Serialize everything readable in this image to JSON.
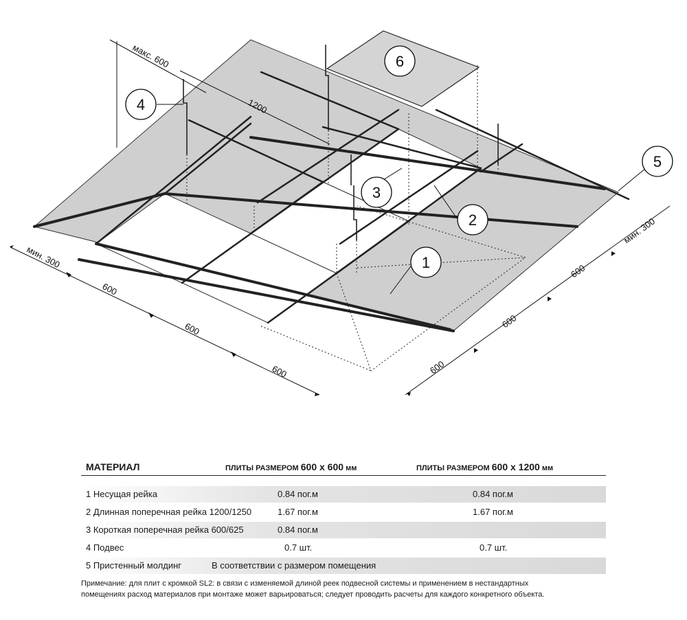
{
  "diagram": {
    "callouts": [
      "1",
      "2",
      "3",
      "4",
      "5",
      "6"
    ],
    "dimensions": {
      "max600": "макс. 600",
      "d1200": "1200",
      "min300_left": "мин. 300",
      "min300_right": "мин. 300",
      "d600": "600"
    }
  },
  "table": {
    "header": {
      "material": "МАТЕРИАЛ",
      "col1_prefix": "ПЛИТЫ РАЗМЕРОМ ",
      "col1_size": "600 х 600",
      "col1_unit": " мм",
      "col2_prefix": "ПЛИТЫ РАЗМЕРОМ ",
      "col2_size": "600 х 1200",
      "col2_unit": " мм"
    },
    "rows": [
      {
        "label": "1 Несущая рейка",
        "v1": "0.84 пог.м",
        "v2": "0.84 пог.м"
      },
      {
        "label": "2 Длинная поперечная рейка 1200/1250",
        "v1": "1.67 пог.м",
        "v2": "1.67 пог.м"
      },
      {
        "label": "3 Короткая поперечная рейка 600/625",
        "v1": "0.84 пог.м",
        "v2": ""
      },
      {
        "label": "4 Подвес",
        "v1": "0.7 шт.",
        "v2": "0.7 шт."
      },
      {
        "label": "5 Пристенный молдинг",
        "v1": "В соответствии с размером помещения",
        "v2": ""
      }
    ],
    "note_line1": "Примечание: для плит с кромкой SL2: в связи с изменяемой длиной реек подвесной системы и применением в нестандартных",
    "note_line2": "помещениях расход материалов при монтаже может варьироваться; следует проводить расчеты для каждого конкретного объекта."
  }
}
